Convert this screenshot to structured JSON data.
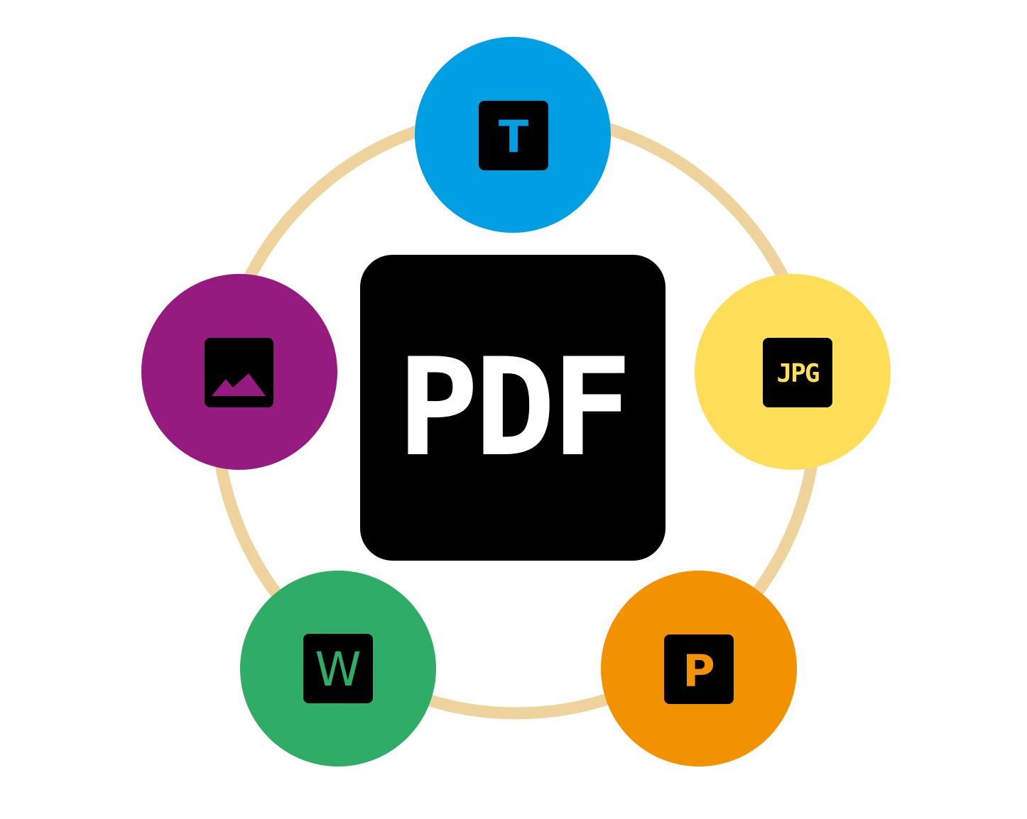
{
  "center": {
    "label": "PDF",
    "tile_color": "#000000",
    "text_color": "#ffffff"
  },
  "ring_color": "#efd39c",
  "nodes": [
    {
      "id": "text",
      "label": "T",
      "circle_color": "#009fe3",
      "icon": "text-icon"
    },
    {
      "id": "jpg",
      "label": "JPG",
      "circle_color": "#ffde59",
      "icon": "jpg-icon"
    },
    {
      "id": "powerpoint",
      "label": "P",
      "circle_color": "#f39200",
      "icon": "powerpoint-icon"
    },
    {
      "id": "word",
      "label": "W",
      "circle_color": "#2fac66",
      "icon": "word-icon"
    },
    {
      "id": "image",
      "label": "",
      "circle_color": "#951b81",
      "icon": "image-icon"
    }
  ]
}
